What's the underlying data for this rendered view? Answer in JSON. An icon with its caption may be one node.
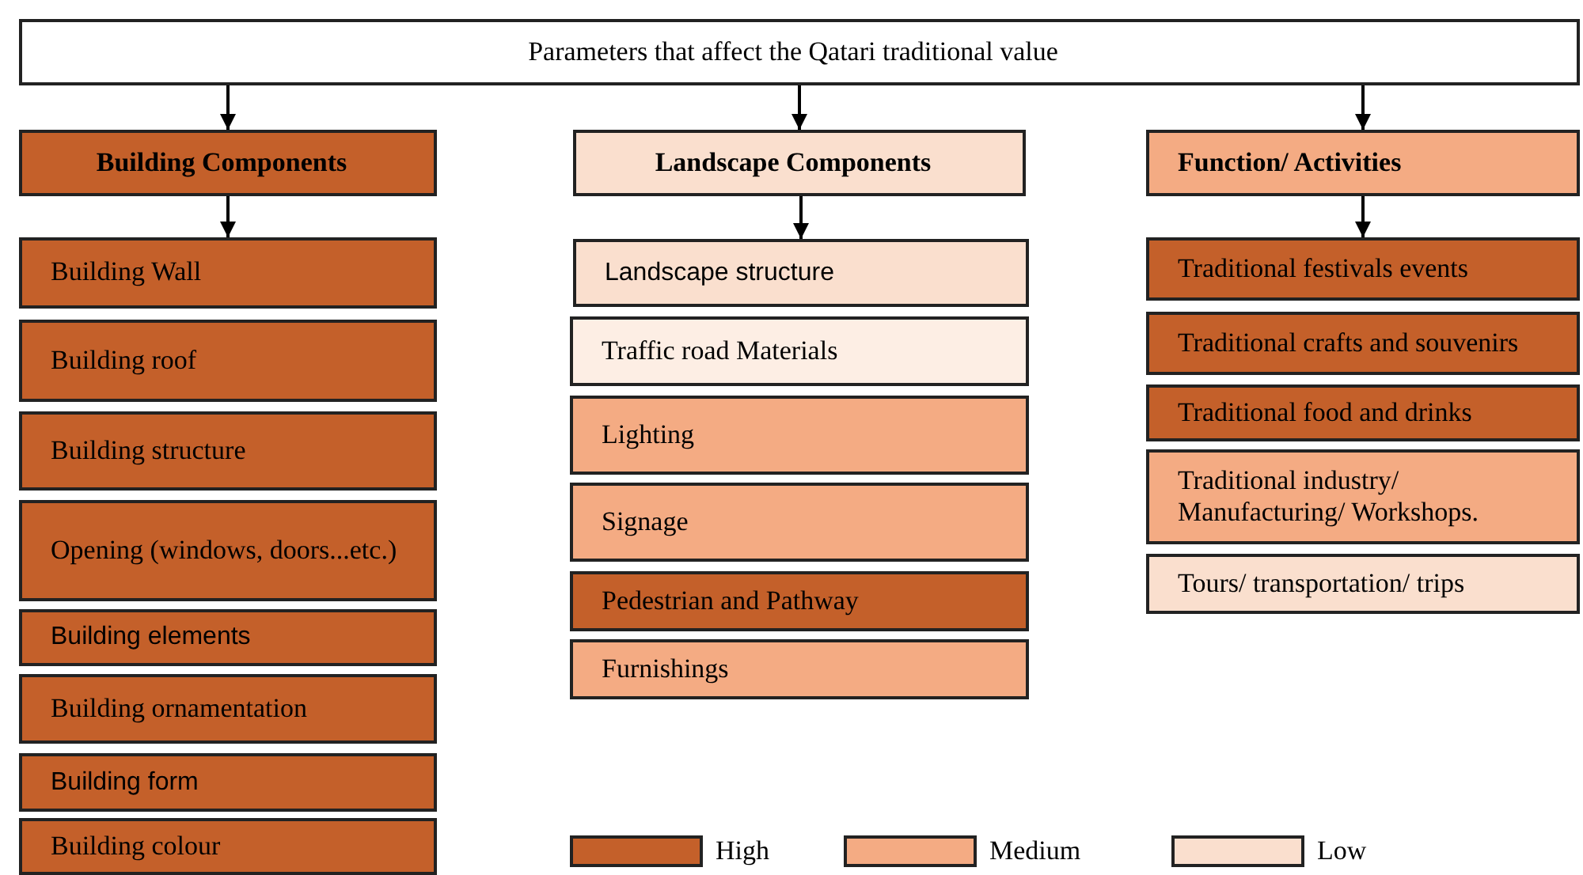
{
  "diagram": {
    "nodes": [
      {
        "text": [
          "Parameters that affect the Qatari traditional value"
        ]
      },
      {
        "text": [
          "Building Components"
        ]
      },
      {
        "text": [
          "Landscape Components"
        ]
      },
      {
        "text": [
          "Function/ Activities"
        ]
      },
      {
        "text": [
          "Building Wall"
        ]
      },
      {
        "text": [
          "Building roof"
        ]
      },
      {
        "text": [
          "Building structure"
        ]
      },
      {
        "text": [
          "Opening (windows, doors...etc.)"
        ]
      },
      {
        "text": [
          "Building elements"
        ]
      },
      {
        "text": [
          "Building ornamentation"
        ]
      },
      {
        "text": [
          "Building form"
        ]
      },
      {
        "text": [
          "Building colour"
        ]
      },
      {
        "text": [
          "Landscape structure"
        ]
      },
      {
        "text": [
          "Traffic road Materials"
        ]
      },
      {
        "text": [
          "Lighting"
        ]
      },
      {
        "text": [
          "Signage"
        ]
      },
      {
        "text": [
          "Pedestrian and Pathway"
        ]
      },
      {
        "text": [
          "Furnishings"
        ]
      },
      {
        "text": [
          "Traditional festivals events"
        ]
      },
      {
        "text": [
          "Traditional crafts and souvenirs"
        ]
      },
      {
        "text": [
          "Traditional food and drinks"
        ]
      },
      {
        "text": [
          "Traditional industry/ Manufacturing/ Workshops."
        ]
      },
      {
        "text": [
          "Tours/ transportation/ trips"
        ]
      }
    ],
    "edges": [
      {
        "from": 0,
        "to": 1,
        "arrow": "to"
      },
      {
        "from": 0,
        "to": 2,
        "arrow": "to"
      },
      {
        "from": 0,
        "to": 3,
        "arrow": "to"
      },
      {
        "from": 1,
        "to": 4,
        "arrow": "to"
      },
      {
        "from": 2,
        "to": 12,
        "arrow": "to"
      },
      {
        "from": 3,
        "to": 18,
        "arrow": "to"
      }
    ],
    "legend": [
      {
        "text": "High",
        "color": "#c4602a"
      },
      {
        "text": "Medium",
        "color": "#f4ab83"
      },
      {
        "text": "Low",
        "color": "#fadfce"
      }
    ]
  }
}
